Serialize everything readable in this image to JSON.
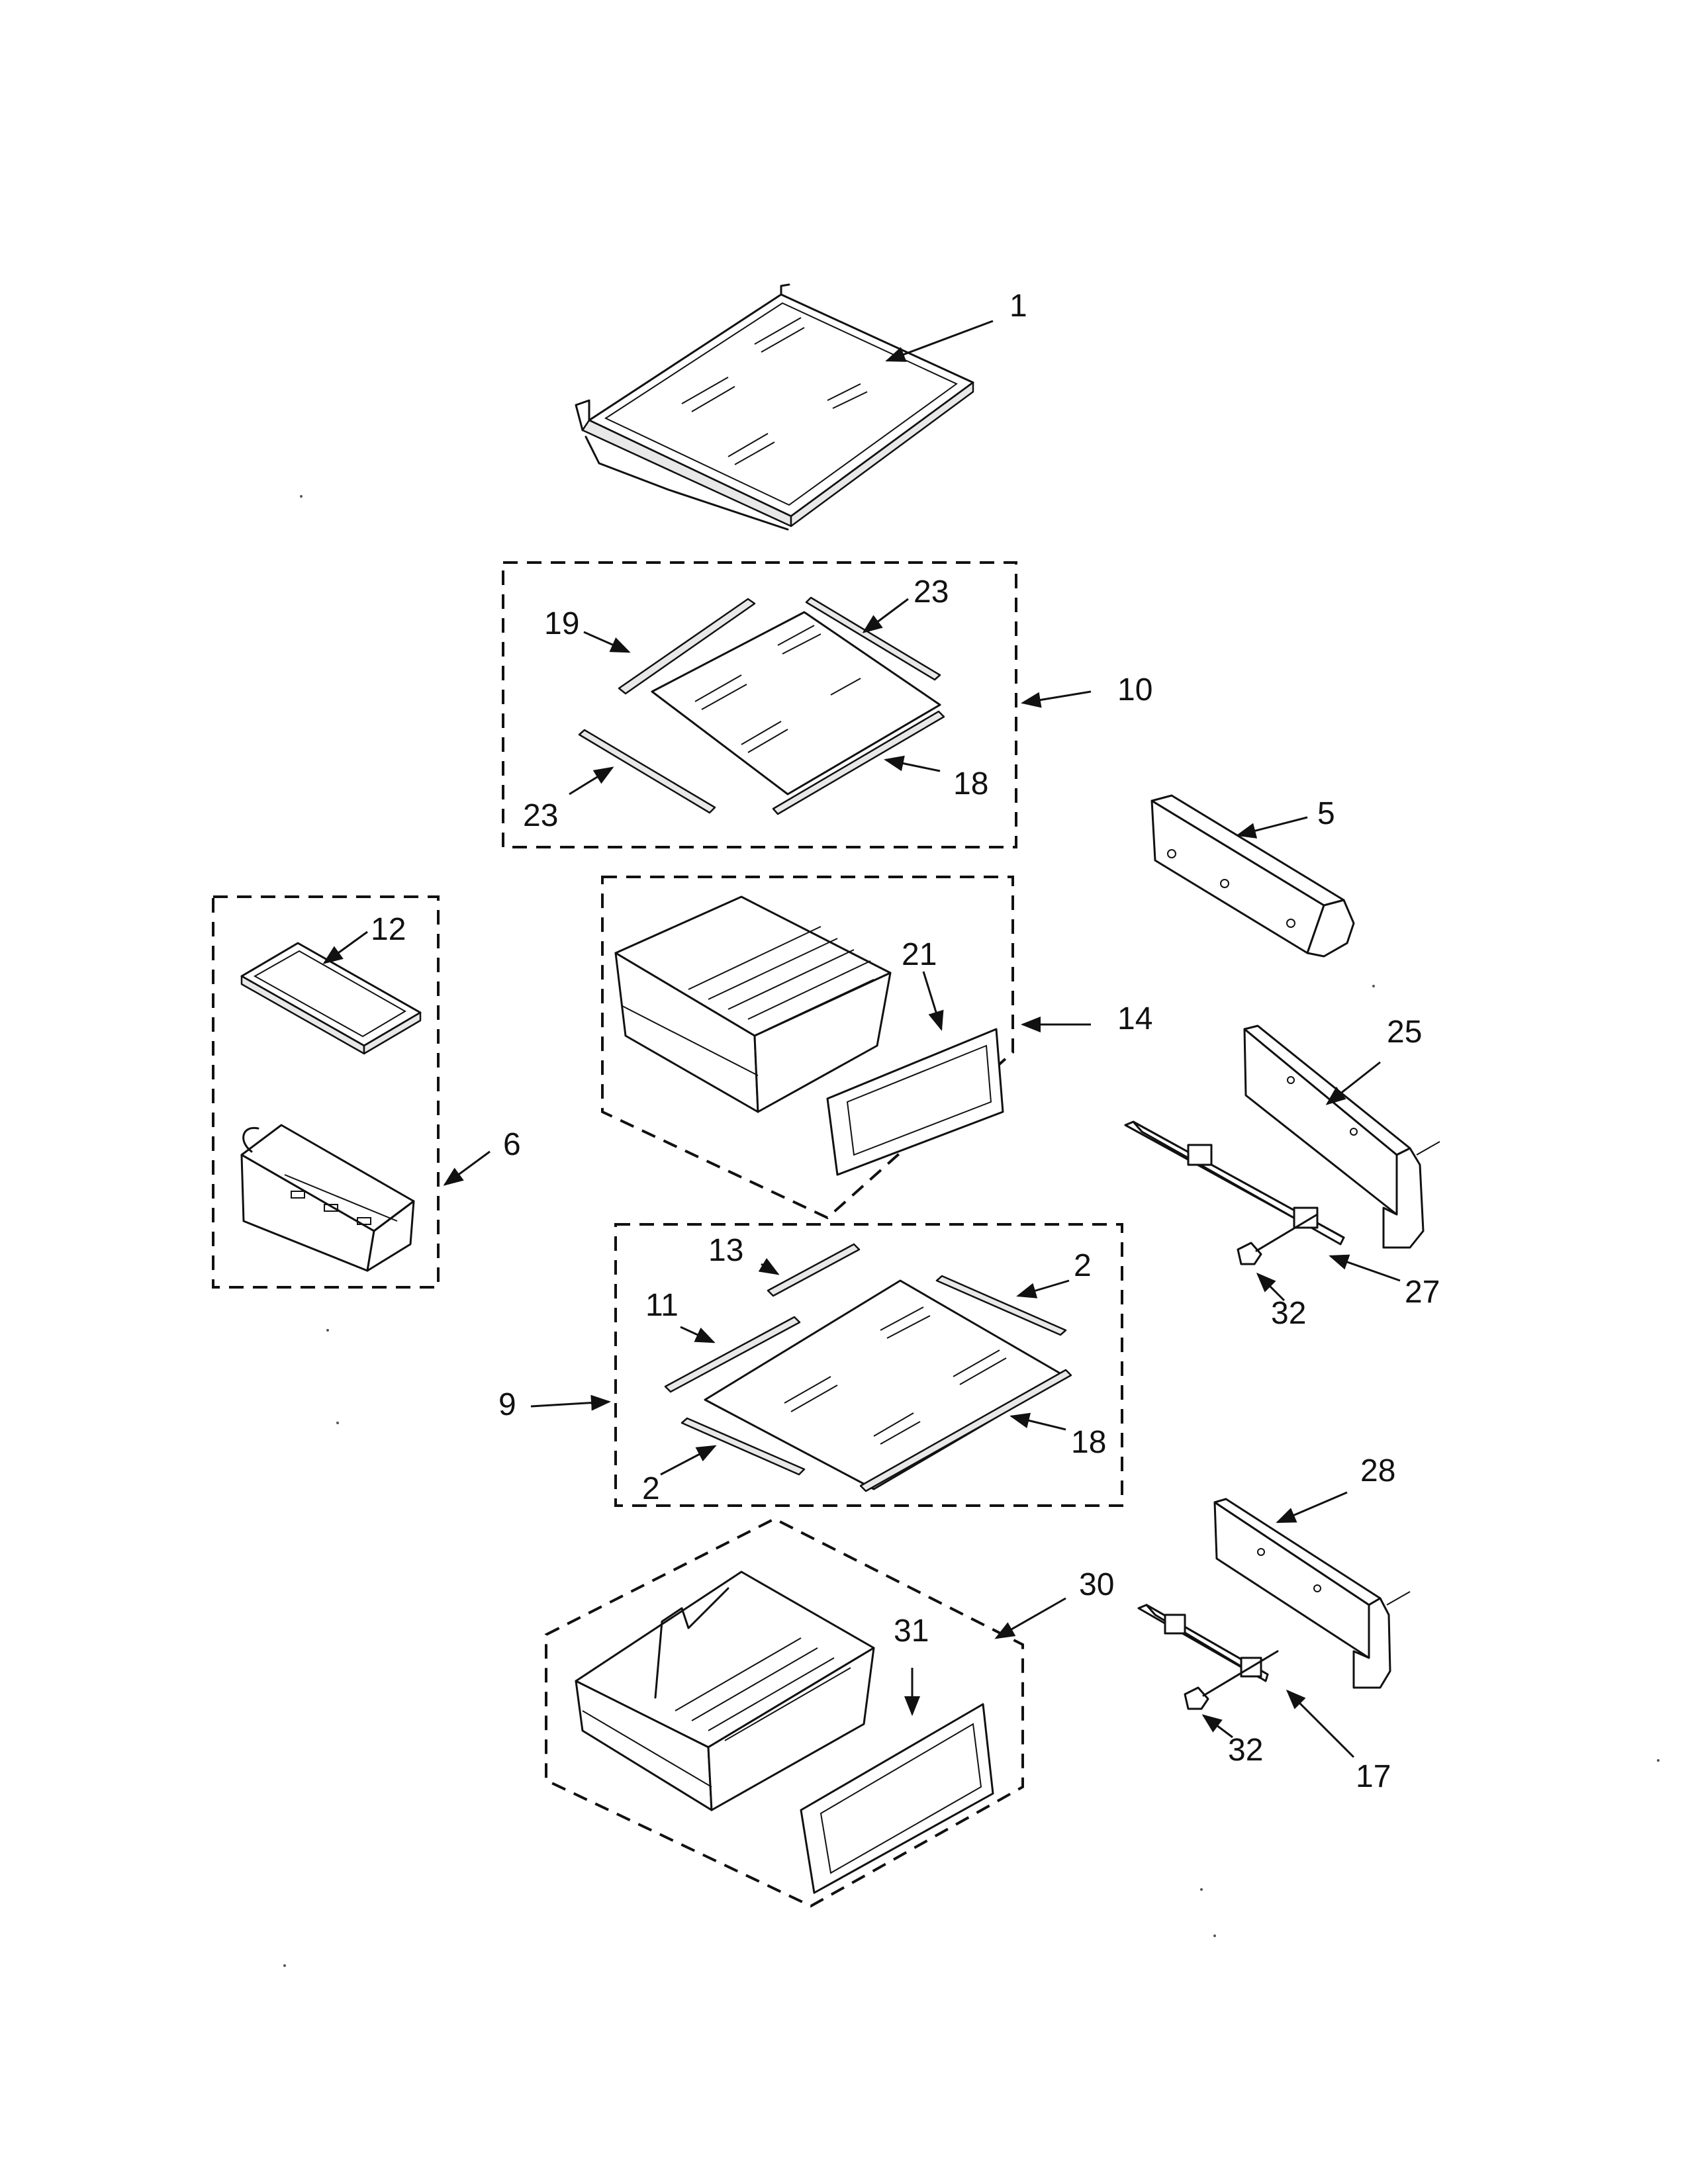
{
  "callouts": {
    "c1": "1",
    "c10": "10",
    "c19": "19",
    "c23a": "23",
    "c23b": "23",
    "c18a": "18",
    "c5": "5",
    "c12": "12",
    "c6": "6",
    "c14": "14",
    "c21": "21",
    "c25": "25",
    "c27": "27",
    "c32a": "32",
    "c13": "13",
    "c11": "11",
    "c2a": "2",
    "c2b": "2",
    "c9": "9",
    "c18b": "18",
    "c28": "28",
    "c30": "30",
    "c31": "31",
    "c32b": "32",
    "c17": "17"
  }
}
